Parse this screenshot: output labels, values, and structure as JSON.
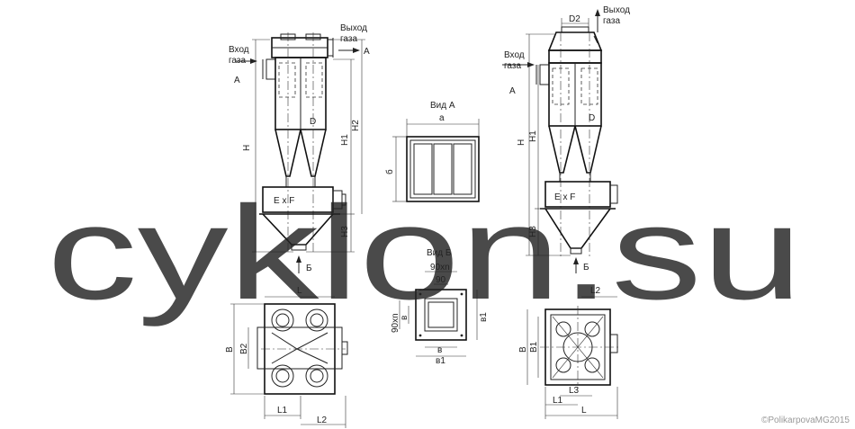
{
  "left_view": {
    "inlet_label": "Вход\nгаза",
    "outlet_label": "Выход\nгаза",
    "arrow_a_inlet": "А",
    "arrow_a_outlet": "А",
    "dim_h": "H",
    "dim_h1": "H1",
    "dim_h2": "H2",
    "dim_h3": "H3",
    "dim_d": "D",
    "box_label": "E x F",
    "arrow_b": "Б"
  },
  "right_view": {
    "outlet_label": "Выход\nгаза",
    "inlet_label": "Вход\nгаза",
    "dim_d2": "D2",
    "arrow_a_inlet": "А",
    "dim_h": "H",
    "dim_h1": "H1",
    "dim_h3": "H3",
    "dim_d": "D",
    "box_label": "E x F",
    "arrow_b": "Б"
  },
  "view_a": {
    "title": "Вид А",
    "dim_a": "а",
    "dim_b": "б"
  },
  "view_b": {
    "title": "Вид Б",
    "dim_top": "90хn",
    "dim_inner": "90",
    "dim_left": "90хn",
    "dim_v": "в",
    "dim_v1": "в1",
    "dim_bottom_v": "в",
    "dim_bottom_v1": "в1"
  },
  "left_plan": {
    "dim_l": "L",
    "dim_b": "B",
    "dim_b2": "B2",
    "dim_l1": "L1",
    "dim_l2": "L2"
  },
  "right_plan": {
    "dim_l2": "L2",
    "dim_b": "B",
    "dim_b1": "B1",
    "dim_l3": "L3",
    "dim_l1": "L1",
    "dim_l": "L"
  },
  "watermark": "cyklon.su",
  "copyright": "©PolikarpovaMG2015"
}
